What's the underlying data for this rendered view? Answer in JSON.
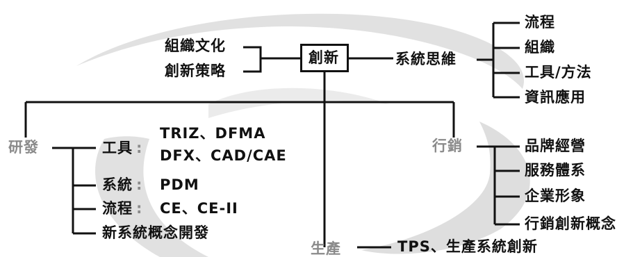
{
  "core": "創新",
  "left_inputs": [
    "組織文化",
    "創新策略"
  ],
  "systems_thinking": {
    "label": "系統思維",
    "items": [
      "流程",
      "組織",
      "工具/方法",
      "資訊應用"
    ]
  },
  "rnd": {
    "label": "研發",
    "tools_label": "工具",
    "tools_line1": "TRIZ、DFMA",
    "tools_line2": "DFX、CAD/CAE",
    "system_label": "系統",
    "system_value": "PDM",
    "process_label": "流程",
    "process_value": "CE、CE-II",
    "concept": "新系統概念開發"
  },
  "marketing": {
    "label": "行銷",
    "items": [
      "品牌經營",
      "服務體系",
      "企業形象",
      "行銷創新概念"
    ]
  },
  "production": {
    "label": "生產",
    "value": "TPS、生產系統創新"
  },
  "colors": {
    "line": "#111111",
    "muted": "#8a8a8a",
    "swoosh": "#d9d9d9"
  }
}
